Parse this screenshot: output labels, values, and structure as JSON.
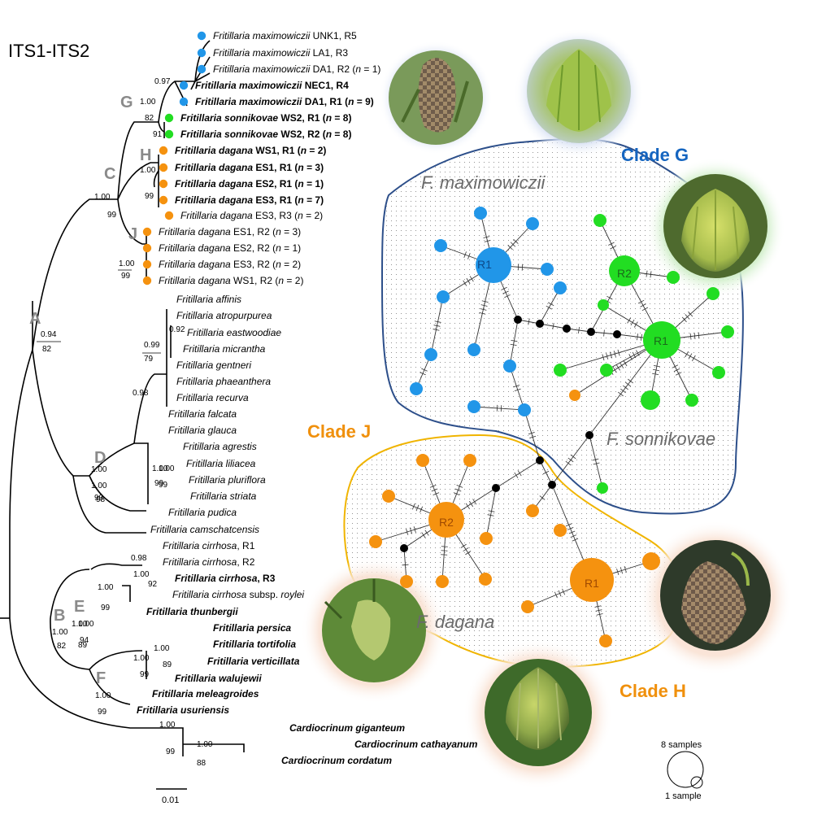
{
  "title": "ITS1-ITS2",
  "scale_bar_label": "0.01",
  "colors": {
    "maximowiczii": "#2196e8",
    "sonnikovae": "#22dd22",
    "dagana": "#f5920f",
    "clade_g": "#1565c0",
    "clade_h": "#f0900c",
    "clade_j": "#f0900c",
    "outline_g": "#2d4f8a",
    "outline_j": "#f0b400",
    "branch": "#000000"
  },
  "clade_letters": [
    "A",
    "B",
    "C",
    "D",
    "E",
    "F",
    "G",
    "H",
    "J"
  ],
  "tree_tips": [
    {
      "genus": "Fritillaria",
      "epithet": "maximowiczii",
      "rest": " UNK1, R5",
      "bold": false,
      "dot": "maximowiczii"
    },
    {
      "genus": "Fritillaria",
      "epithet": "maximowiczii",
      "rest": " LA1, R3",
      "bold": false,
      "dot": "maximowiczii"
    },
    {
      "genus": "Fritillaria",
      "epithet": "maximowiczii",
      "rest": " DA1, R2 (n = 1)",
      "bold": false,
      "dot": "maximowiczii"
    },
    {
      "genus": "Fritillaria",
      "epithet": "maximowiczii",
      "rest": " NEC1, R4",
      "bold": true,
      "dot": "maximowiczii"
    },
    {
      "genus": "Fritillaria",
      "epithet": "maximowiczii",
      "rest": " DA1, R1 (n = 9)",
      "bold": true,
      "dot": "maximowiczii"
    },
    {
      "genus": "Fritillaria",
      "epithet": "sonnikovae",
      "rest": " WS2, R1 (n = 8)",
      "bold": true,
      "dot": "sonnikovae"
    },
    {
      "genus": "Fritillaria",
      "epithet": "sonnikovae",
      "rest": " WS2, R2 (n = 8)",
      "bold": true,
      "dot": "sonnikovae"
    },
    {
      "genus": "Fritillaria",
      "epithet": "dagana",
      "rest": " WS1, R1 (n = 2)",
      "bold": true,
      "dot": "dagana"
    },
    {
      "genus": "Fritillaria",
      "epithet": "dagana",
      "rest": " ES1, R1 (n = 3)",
      "bold": true,
      "dot": "dagana"
    },
    {
      "genus": "Fritillaria",
      "epithet": "dagana",
      "rest": " ES2, R1 (n = 1)",
      "bold": true,
      "dot": "dagana"
    },
    {
      "genus": "Fritillaria",
      "epithet": "dagana",
      "rest": " ES3, R1 (n = 7)",
      "bold": true,
      "dot": "dagana"
    },
    {
      "genus": "Fritillaria",
      "epithet": "dagana",
      "rest": " ES3, R3 (n = 2)",
      "bold": false,
      "dot": "dagana"
    },
    {
      "genus": "Fritillaria",
      "epithet": "dagana",
      "rest": " ES1, R2 (n = 3)",
      "bold": false,
      "dot": "dagana"
    },
    {
      "genus": "Fritillaria",
      "epithet": "dagana",
      "rest": " ES2, R2 (n = 1)",
      "bold": false,
      "dot": "dagana"
    },
    {
      "genus": "Fritillaria",
      "epithet": "dagana",
      "rest": " ES3, R2 (n = 2)",
      "bold": false,
      "dot": "dagana"
    },
    {
      "genus": "Fritillaria",
      "epithet": "dagana",
      "rest": " WS1, R2 (n = 2)",
      "bold": false,
      "dot": "dagana"
    },
    {
      "genus": "Fritillaria",
      "epithet": "affinis",
      "rest": "",
      "bold": false,
      "dot": ""
    },
    {
      "genus": "Fritillaria",
      "epithet": "atropurpurea",
      "rest": "",
      "bold": false,
      "dot": ""
    },
    {
      "genus": "Fritillaria",
      "epithet": "eastwoodiae",
      "rest": "",
      "bold": false,
      "dot": ""
    },
    {
      "genus": "Fritillaria",
      "epithet": "micrantha",
      "rest": "",
      "bold": false,
      "dot": ""
    },
    {
      "genus": "Fritillaria",
      "epithet": "gentneri",
      "rest": "",
      "bold": false,
      "dot": ""
    },
    {
      "genus": "Fritillaria",
      "epithet": "phaeanthera",
      "rest": "",
      "bold": false,
      "dot": ""
    },
    {
      "genus": "Fritillaria",
      "epithet": "recurva",
      "rest": "",
      "bold": false,
      "dot": ""
    },
    {
      "genus": "Fritillaria",
      "epithet": "falcata",
      "rest": "",
      "bold": false,
      "dot": ""
    },
    {
      "genus": "Fritillaria",
      "epithet": "glauca",
      "rest": "",
      "bold": false,
      "dot": ""
    },
    {
      "genus": "Fritillaria",
      "epithet": "agrestis",
      "rest": "",
      "bold": false,
      "dot": ""
    },
    {
      "genus": "Fritillaria",
      "epithet": "liliacea",
      "rest": "",
      "bold": false,
      "dot": ""
    },
    {
      "genus": "Fritillaria",
      "epithet": "pluriflora",
      "rest": "",
      "bold": false,
      "dot": ""
    },
    {
      "genus": "Fritillaria",
      "epithet": "striata",
      "rest": "",
      "bold": false,
      "dot": ""
    },
    {
      "genus": "Fritillaria",
      "epithet": "pudica",
      "rest": "",
      "bold": false,
      "dot": ""
    },
    {
      "genus": "Fritillaria",
      "epithet": "camschatcensis",
      "rest": "",
      "bold": false,
      "dot": ""
    },
    {
      "genus": "Fritillaria",
      "epithet": "cirrhosa",
      "rest": ", R1",
      "bold": false,
      "dot": ""
    },
    {
      "genus": "Fritillaria",
      "epithet": "cirrhosa",
      "rest": ", R2",
      "bold": false,
      "dot": ""
    },
    {
      "genus": "Fritillaria",
      "epithet": "cirrhosa",
      "rest": ", R3",
      "bold": true,
      "dot": ""
    },
    {
      "genus": "Fritillaria",
      "epithet": "cirrhosa",
      "rest": " subsp. roylei",
      "bold": false,
      "dot": ""
    },
    {
      "genus": "Fritillaria",
      "epithet": "thunbergii",
      "rest": "",
      "bold": true,
      "dot": ""
    },
    {
      "genus": "Fritillaria",
      "epithet": "persica",
      "rest": "",
      "bold": true,
      "dot": ""
    },
    {
      "genus": "Fritillaria",
      "epithet": "tortifolia",
      "rest": "",
      "bold": true,
      "dot": ""
    },
    {
      "genus": "Fritillaria",
      "epithet": "verticillata",
      "rest": "",
      "bold": true,
      "dot": ""
    },
    {
      "genus": "Fritillaria",
      "epithet": "walujewii",
      "rest": "",
      "bold": true,
      "dot": ""
    },
    {
      "genus": "Fritillaria",
      "epithet": "meleagroides",
      "rest": "",
      "bold": true,
      "dot": ""
    },
    {
      "genus": "Fritillaria",
      "epithet": "usuriensis",
      "rest": "",
      "bold": true,
      "dot": ""
    },
    {
      "genus": "Cardiocrinum",
      "epithet": "giganteum",
      "rest": "",
      "bold": true,
      "dot": ""
    },
    {
      "genus": "Cardiocrinum",
      "epithet": "cathayanum",
      "rest": "",
      "bold": true,
      "dot": ""
    },
    {
      "genus": "Cardiocrinum",
      "epithet": "cordatum",
      "rest": "",
      "bold": true,
      "dot": ""
    }
  ],
  "support_values": [
    {
      "label": "0.97"
    },
    {
      "label": "1.00"
    },
    {
      "label": "82"
    },
    {
      "label": "91"
    },
    {
      "label": "1.00"
    },
    {
      "label": "99"
    },
    {
      "label": "1.00"
    },
    {
      "label": "99"
    },
    {
      "label": "1.00"
    },
    {
      "label": "99"
    },
    {
      "label": "0.94"
    },
    {
      "label": "82"
    },
    {
      "label": "0.99"
    },
    {
      "label": "79"
    },
    {
      "label": "0.92"
    },
    {
      "label": "0.98"
    },
    {
      "label": "1.00"
    },
    {
      "label": "99"
    },
    {
      "label": "1.00"
    },
    {
      "label": "99"
    },
    {
      "label": "1.00"
    },
    {
      "label": "98"
    },
    {
      "label": "1.00"
    },
    {
      "label": "99"
    },
    {
      "label": "0.98"
    },
    {
      "label": "1.00"
    },
    {
      "label": "92"
    },
    {
      "label": "1.00"
    },
    {
      "label": "99"
    },
    {
      "label": "1.00"
    },
    {
      "label": "94"
    },
    {
      "label": "1.00"
    },
    {
      "label": "82"
    },
    {
      "label": "1.00"
    },
    {
      "label": "89"
    },
    {
      "label": "1.00"
    },
    {
      "label": "1.00"
    },
    {
      "label": "89"
    },
    {
      "label": "99"
    },
    {
      "label": "1.00"
    },
    {
      "label": "99"
    },
    {
      "label": "1.00"
    },
    {
      "label": "99"
    },
    {
      "label": "1.00"
    },
    {
      "label": "88"
    }
  ],
  "network": {
    "clade_g_label": "Clade G",
    "clade_h_label": "Clade H",
    "clade_j_label": "Clade J",
    "species_maximowiczii": "F. maximowiczii",
    "species_sonnikovae": "F. sonnikovae",
    "species_dagana": "F. dagana",
    "hap_max_r1": "R1",
    "hap_son_r1": "R1",
    "hap_son_r2": "R2",
    "hap_dag_r1": "R1",
    "hap_dag_r2": "R2"
  },
  "size_legend": {
    "large": "8 samples",
    "small": "1 sample"
  }
}
